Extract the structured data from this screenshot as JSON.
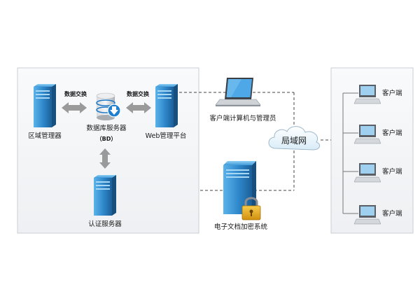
{
  "labels": {
    "regional_manager": "区域管理器",
    "database_server": "数据库服务器",
    "bd": "（BD）",
    "web_platform": "Web管理平台",
    "auth_server": "认证服务器",
    "exchange_left": "数据交换",
    "exchange_right": "数据交换",
    "client_admin": "客户端计算机与管理员",
    "lan": "局域网",
    "encryption_system": "电子文档加密系统",
    "clients": [
      "客户端",
      "客户端",
      "客户端",
      "客户端"
    ]
  },
  "colors": {
    "server_blue": "#2f86c8",
    "panel_border": "#c9ced6",
    "panel_fill": "#f4f5f7",
    "arrow_gray": "#9a9a9a",
    "lock_gold": "#e3a51f",
    "db_download_blue": "#1f7fd0"
  },
  "icons": [
    "server-icon",
    "database-icon",
    "laptop-icon",
    "cloud-icon",
    "lock-icon",
    "desktop-computer-icon"
  ]
}
